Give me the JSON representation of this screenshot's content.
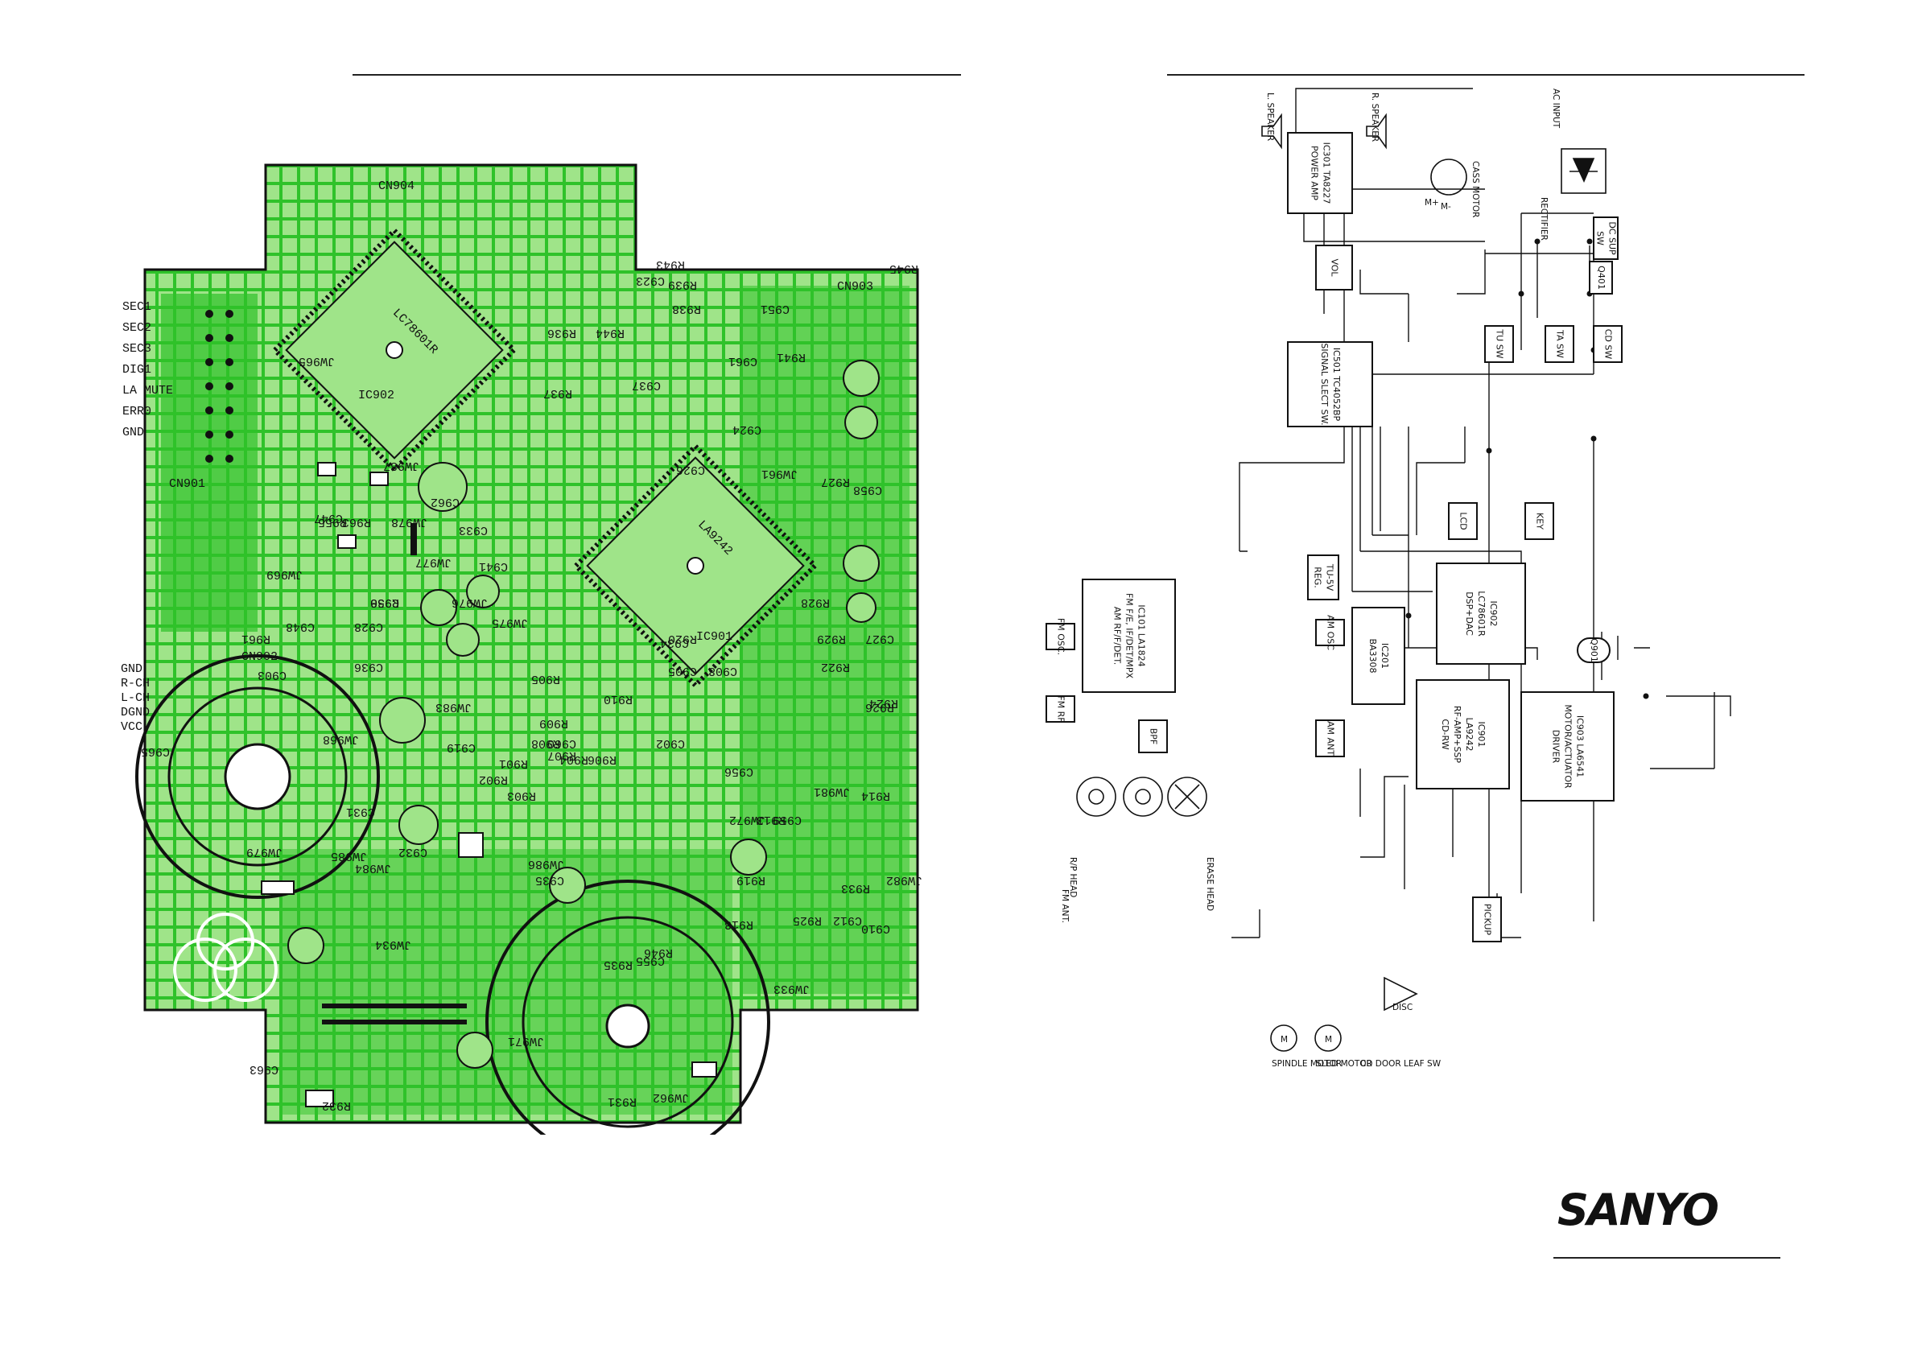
{
  "pcb": {
    "ic_labels": [
      "LC78601R",
      "LA9242",
      "IC901",
      "IC902"
    ],
    "connector_labels": [
      "CN901",
      "CN902",
      "CN903",
      "CN904"
    ],
    "component_labels": [
      "C965",
      "C963",
      "C937",
      "C958",
      "C959",
      "C956",
      "C912",
      "C910",
      "C908",
      "C905",
      "C902",
      "C935",
      "C931",
      "C932",
      "C947",
      "C948",
      "C955",
      "C961",
      "C924",
      "C926",
      "C919",
      "C923",
      "C927",
      "C928",
      "C930",
      "C933",
      "C934",
      "C941",
      "C960",
      "C962",
      "C936",
      "C903",
      "C951",
      "R936",
      "R944",
      "R943",
      "R939",
      "R938",
      "R937",
      "R924",
      "R926",
      "R927",
      "R928",
      "R920",
      "R919",
      "R918",
      "R914",
      "R913",
      "R922",
      "R929",
      "R925",
      "R933",
      "R905",
      "R906",
      "R904",
      "R909",
      "R910",
      "R908",
      "R907",
      "R901",
      "R902",
      "R903",
      "R935",
      "R946",
      "R931",
      "R932",
      "R955",
      "R958",
      "R961",
      "R941",
      "R945",
      "R963",
      "JW987",
      "JW978",
      "JW977",
      "JW976",
      "JW975",
      "JW961",
      "JW965",
      "JW968",
      "JW969",
      "JW983",
      "JW984",
      "JW985",
      "JW986",
      "JW962",
      "JW971",
      "JW972",
      "JW979",
      "JW981",
      "JW982",
      "JW933",
      "JW934"
    ],
    "edge_labels": [
      "GND",
      "R-CH",
      "L-CH",
      "DGND",
      "VCC",
      "SEC1",
      "SEC2",
      "SEC3",
      "DIG1",
      "LA MUTE",
      "ERR0",
      "GND"
    ]
  },
  "blocks": [
    {
      "id": "ic301",
      "lines": [
        "IC301 TA8227",
        "POWER AMP"
      ]
    },
    {
      "id": "vol",
      "lines": [
        "VOL"
      ]
    },
    {
      "id": "dcsup",
      "lines": [
        "DC SUP",
        "SW"
      ]
    },
    {
      "id": "q401",
      "lines": [
        "Q401"
      ]
    },
    {
      "id": "ic501",
      "lines": [
        "IC501 TC4052BP",
        "SIGNAL SLECT SW."
      ]
    },
    {
      "id": "tusw",
      "lines": [
        "TU SW"
      ]
    },
    {
      "id": "tasw",
      "lines": [
        "TA SW"
      ]
    },
    {
      "id": "cdsw",
      "lines": [
        "CD SW"
      ]
    },
    {
      "id": "lcd",
      "lines": [
        "LCD"
      ]
    },
    {
      "id": "key",
      "lines": [
        "KEY"
      ]
    },
    {
      "id": "tu5v",
      "lines": [
        "TU-5V",
        "REG."
      ]
    },
    {
      "id": "ic902",
      "lines": [
        "IC902",
        "LC78601R",
        "DSP+DAC"
      ]
    },
    {
      "id": "ic101",
      "lines": [
        "IC101 LA1824",
        "FM F/E, IF/DET/MPX",
        "AM RF/F/DET."
      ]
    },
    {
      "id": "fmosc",
      "lines": [
        "FM OSC."
      ]
    },
    {
      "id": "amosc",
      "lines": [
        "AM OSC"
      ]
    },
    {
      "id": "fmrf",
      "lines": [
        "FM RF"
      ]
    },
    {
      "id": "bpf",
      "lines": [
        "BPF"
      ]
    },
    {
      "id": "amant",
      "lines": [
        "AM ANT"
      ]
    },
    {
      "id": "ic201",
      "lines": [
        "IC201",
        "BA3308"
      ]
    },
    {
      "id": "ic901",
      "lines": [
        "IC901",
        "LA9242",
        "RF-AMP+SSP",
        "CD-RW"
      ]
    },
    {
      "id": "ic903",
      "lines": [
        "IC903 LA6541",
        "MOTOR/ACTUATOR",
        "DRIVER"
      ]
    },
    {
      "id": "pickup",
      "lines": [
        "PICKUP"
      ]
    },
    {
      "id": "q901",
      "lines": [
        "Q901"
      ]
    }
  ],
  "external_labels": {
    "l_speaker": "L. SPEAKER",
    "r_speaker": "R. SPEAKER",
    "cass_motor": "CASS MOTOR",
    "ac_input": "AC INPUT",
    "rectifier": "RECTIFIER",
    "m_plus": "M+",
    "m_minus": "M-",
    "fm_ant": "FM ANT.",
    "rp_head": "R/P HEAD",
    "erase_head": "ERASE HEAD",
    "disc": "DISC",
    "spindle_motor": "SPINDLE MOTOR",
    "sled_motor": "SLED MOTOR",
    "cd_door": "CD DOOR LEAF SW",
    "motor_glyph": "M"
  },
  "brand": "SANYO",
  "colors": {
    "pcb": "#2fc22a",
    "pcb_light": "#9fe489",
    "copper": "#37c826",
    "background": "#ffffff"
  }
}
